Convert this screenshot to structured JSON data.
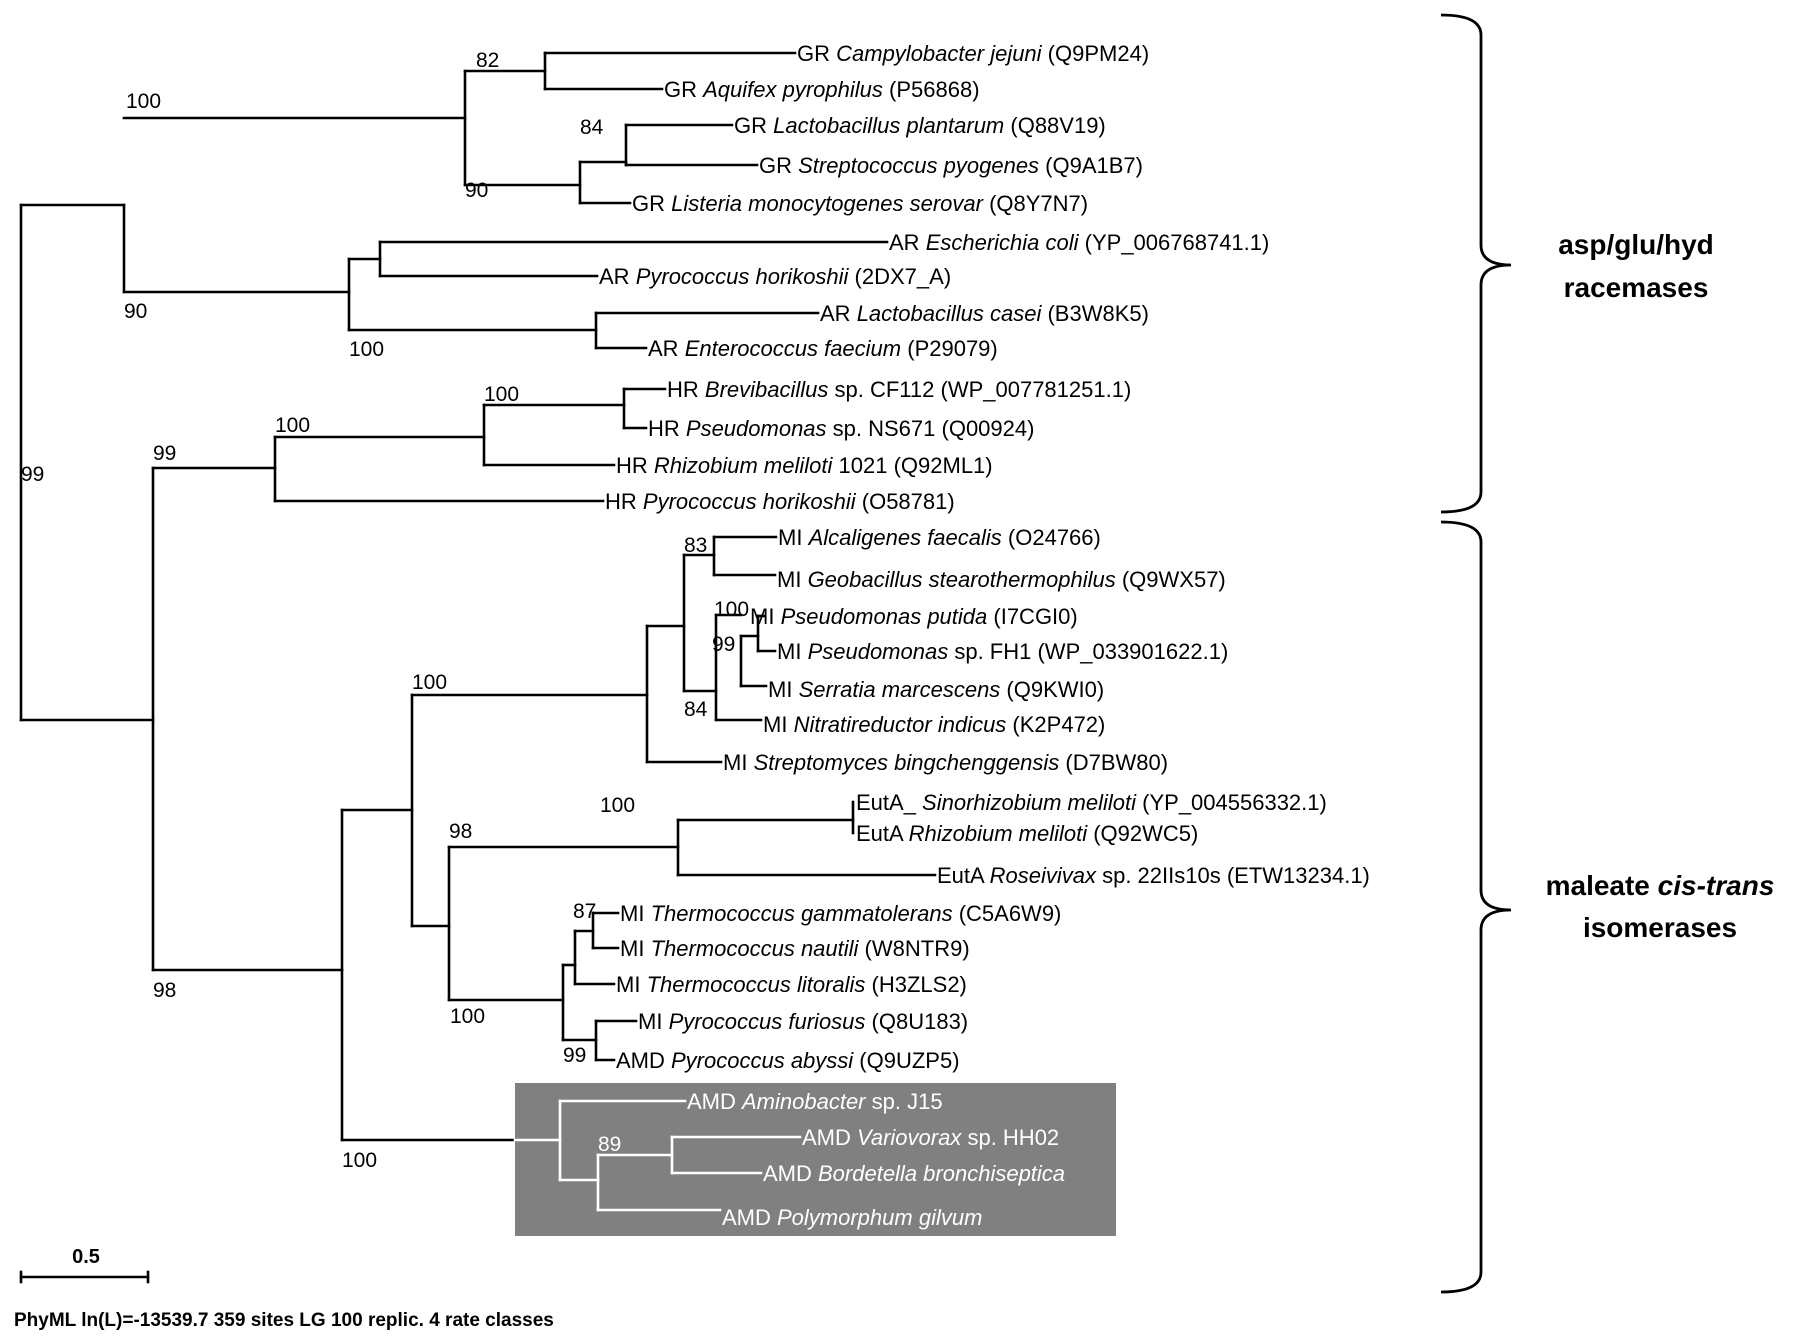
{
  "tree": {
    "leaves": [
      {
        "id": "L1",
        "prefix": "GR",
        "species": "Campylobacter jejuni",
        "suffix": "",
        "acc": "(Q9PM24)"
      },
      {
        "id": "L2",
        "prefix": "GR",
        "species": "Aquifex pyrophilus",
        "suffix": "",
        "acc": "(P56868)"
      },
      {
        "id": "L3",
        "prefix": "GR",
        "species": "Lactobacillus plantarum",
        "suffix": "",
        "acc": "(Q88V19)"
      },
      {
        "id": "L4",
        "prefix": "GR",
        "species": "Streptococcus pyogenes",
        "suffix": "",
        "acc": "(Q9A1B7)"
      },
      {
        "id": "L5",
        "prefix": "GR",
        "species": "Listeria monocytogenes serovar",
        "suffix": "",
        "acc": "(Q8Y7N7)"
      },
      {
        "id": "L6",
        "prefix": "AR",
        "species": "Escherichia coli",
        "suffix": "",
        "acc": "(YP_006768741.1)"
      },
      {
        "id": "L7",
        "prefix": "AR",
        "species": "Pyrococcus horikoshii",
        "suffix": "",
        "acc": "(2DX7_A)"
      },
      {
        "id": "L8",
        "prefix": "AR",
        "species": "Lactobacillus casei",
        "suffix": "",
        "acc": "(B3W8K5)"
      },
      {
        "id": "L9",
        "prefix": "AR",
        "species": "Enterococcus faecium",
        "suffix": "",
        "acc": "(P29079)"
      },
      {
        "id": "L10",
        "prefix": "HR",
        "species": "Brevibacillus",
        "suffix": "sp. CF112",
        "acc": "(WP_007781251.1)"
      },
      {
        "id": "L11",
        "prefix": "HR",
        "species": "Pseudomonas",
        "suffix": "sp. NS671",
        "acc": "(Q00924)"
      },
      {
        "id": "L12",
        "prefix": "HR",
        "species": "Rhizobium meliloti",
        "suffix": "1021",
        "acc": "(Q92ML1)"
      },
      {
        "id": "L13",
        "prefix": "HR",
        "species": "Pyrococcus horikoshii",
        "suffix": "",
        "acc": "(O58781)"
      },
      {
        "id": "L14",
        "prefix": "MI",
        "species": "Alcaligenes faecalis",
        "suffix": "",
        "acc": "(O24766)"
      },
      {
        "id": "L15",
        "prefix": "MI",
        "species": "Geobacillus stearothermophilus",
        "suffix": "",
        "acc": "(Q9WX57)"
      },
      {
        "id": "L16",
        "prefix": "MI",
        "species": "Pseudomonas putida",
        "suffix": "",
        "acc": "(I7CGI0)"
      },
      {
        "id": "L17",
        "prefix": "MI",
        "species": "Pseudomonas",
        "suffix": "sp. FH1",
        "acc": "(WP_033901622.1)"
      },
      {
        "id": "L18",
        "prefix": "MI",
        "species": "Serratia marcescens",
        "suffix": "",
        "acc": "(Q9KWI0)"
      },
      {
        "id": "L19",
        "prefix": "MI",
        "species": "Nitratireductor indicus",
        "suffix": "",
        "acc": "(K2P472)"
      },
      {
        "id": "L20",
        "prefix": "MI",
        "species": "Streptomyces bingchenggensis",
        "suffix": "",
        "acc": "(D7BW80)"
      },
      {
        "id": "L21",
        "prefix": "EutA_",
        "species": "Sinorhizobium meliloti",
        "suffix": "",
        "acc": "(YP_004556332.1)"
      },
      {
        "id": "L22",
        "prefix": "EutA",
        "species": "Rhizobium meliloti",
        "suffix": "",
        "acc": "(Q92WC5)"
      },
      {
        "id": "L23",
        "prefix": "EutA",
        "species": "Roseivivax",
        "suffix": "sp. 22IIs10s",
        "acc": "(ETW13234.1)"
      },
      {
        "id": "L24",
        "prefix": "MI",
        "species": "Thermococcus gammatolerans",
        "suffix": "",
        "acc": "(C5A6W9)"
      },
      {
        "id": "L25",
        "prefix": "MI",
        "species": "Thermococcus nautili",
        "suffix": "",
        "acc": "(W8NTR9)"
      },
      {
        "id": "L26",
        "prefix": "MI",
        "species": "Thermococcus litoralis",
        "suffix": "",
        "acc": "(H3ZLS2)"
      },
      {
        "id": "L27",
        "prefix": "MI",
        "species": "Pyrococcus furiosus",
        "suffix": "",
        "acc": "(Q8U183)"
      },
      {
        "id": "L28",
        "prefix": "AMD",
        "species": "Pyrococcus abyssi",
        "suffix": "",
        "acc": "(Q9UZP5)"
      },
      {
        "id": "L29",
        "prefix": "AMD",
        "species": "Aminobacter",
        "suffix": "sp. J15",
        "acc": "",
        "highlight": true
      },
      {
        "id": "L30",
        "prefix": "AMD",
        "species": "Variovorax",
        "suffix": "sp. HH02",
        "acc": "",
        "highlight": true
      },
      {
        "id": "L31",
        "prefix": "AMD",
        "species": "Bordetella bronchiseptica",
        "suffix": "",
        "acc": "",
        "highlight": true
      },
      {
        "id": "L32",
        "prefix": "AMD",
        "species": "Polymorphum gilvum",
        "suffix": "",
        "acc": "",
        "highlight": true
      }
    ],
    "bootstrap_values": [
      "82",
      "100",
      "84",
      "90",
      "90",
      "100",
      "100",
      "100",
      "99",
      "99",
      "83",
      "100",
      "99",
      "84",
      "100",
      "100",
      "98",
      "87",
      "100",
      "99",
      "98",
      "89",
      "100"
    ],
    "groups": [
      {
        "label_line1": "asp/glu/hyd",
        "label_line2": "racemases"
      },
      {
        "label_line1_plain": "maleate ",
        "label_line1_italic": "cis-trans",
        "label_line2": "isomerases"
      }
    ],
    "scale_bar": {
      "label": "0.5",
      "value": 0.5
    },
    "footnote": "PhyML ln(L)=-13539.7 359 sites LG 100 replic. 4 rate classes",
    "colors": {
      "highlight_box": "#808080",
      "line": "#000000",
      "highlight_line": "#ffffff"
    }
  }
}
